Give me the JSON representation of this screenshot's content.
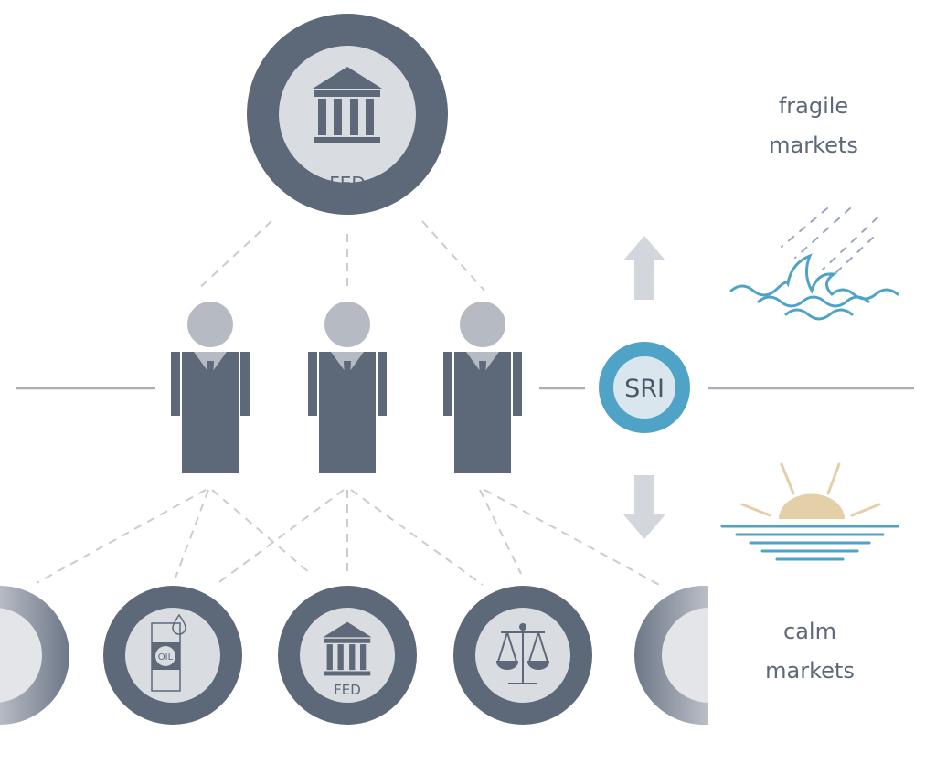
{
  "top_node": {
    "label": "FED",
    "icon": "bank-building-icon"
  },
  "agents": [
    {
      "icon": "businessman-icon"
    },
    {
      "icon": "businessman-icon"
    },
    {
      "icon": "businessman-icon"
    }
  ],
  "indicator": {
    "label": "SRI",
    "color": "#4fa3c6"
  },
  "assets": [
    {
      "icon": "blank-icon"
    },
    {
      "icon": "oil-barrel-icon",
      "label": "OIL"
    },
    {
      "icon": "bank-building-icon",
      "label": "FED"
    },
    {
      "icon": "scales-icon"
    },
    {
      "icon": "blank-icon"
    }
  ],
  "states": {
    "up": {
      "line1": "fragile",
      "line2": "markets",
      "icon": "stormy-waves-icon"
    },
    "down": {
      "line1": "calm",
      "line2": "markets",
      "icon": "sunset-sea-icon"
    }
  },
  "colors": {
    "node": "#5d6878",
    "node_inner": "#d9dce1",
    "accent": "#4fa3c6",
    "sun": "#e3cfa8",
    "arrow": "#d3d6dc"
  }
}
